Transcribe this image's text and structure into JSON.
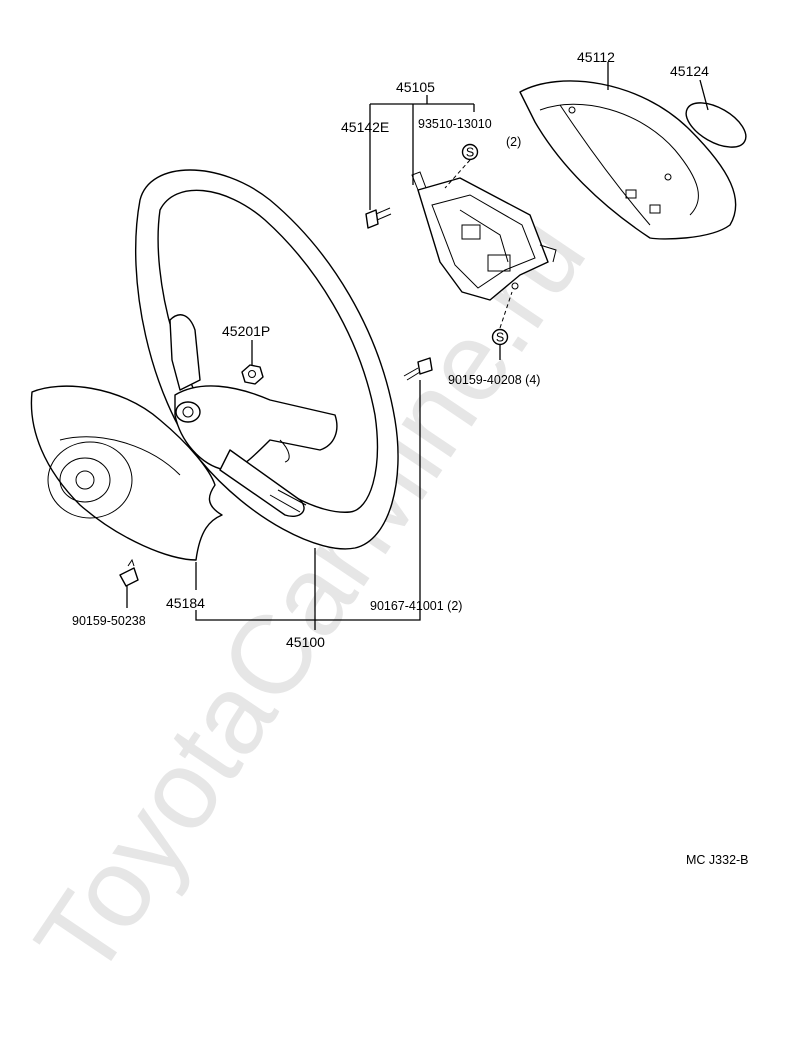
{
  "watermark": "ToyotaCarMine.ru",
  "diagram_code": "MC J332-B",
  "callouts": {
    "p45105": "45105",
    "p45142e": "45142E",
    "p93510": "93510-13010",
    "p93510_qty": "(2)",
    "p45112": "45112",
    "p45124": "45124",
    "p45201p": "45201P",
    "p90159_40208": "90159-40208 (4)",
    "p45184": "45184",
    "p90159_50238": "90159-50238",
    "p45100": "45100",
    "p90167": "90167-41001 (2)"
  },
  "symbols": {
    "s_mark": "S"
  }
}
